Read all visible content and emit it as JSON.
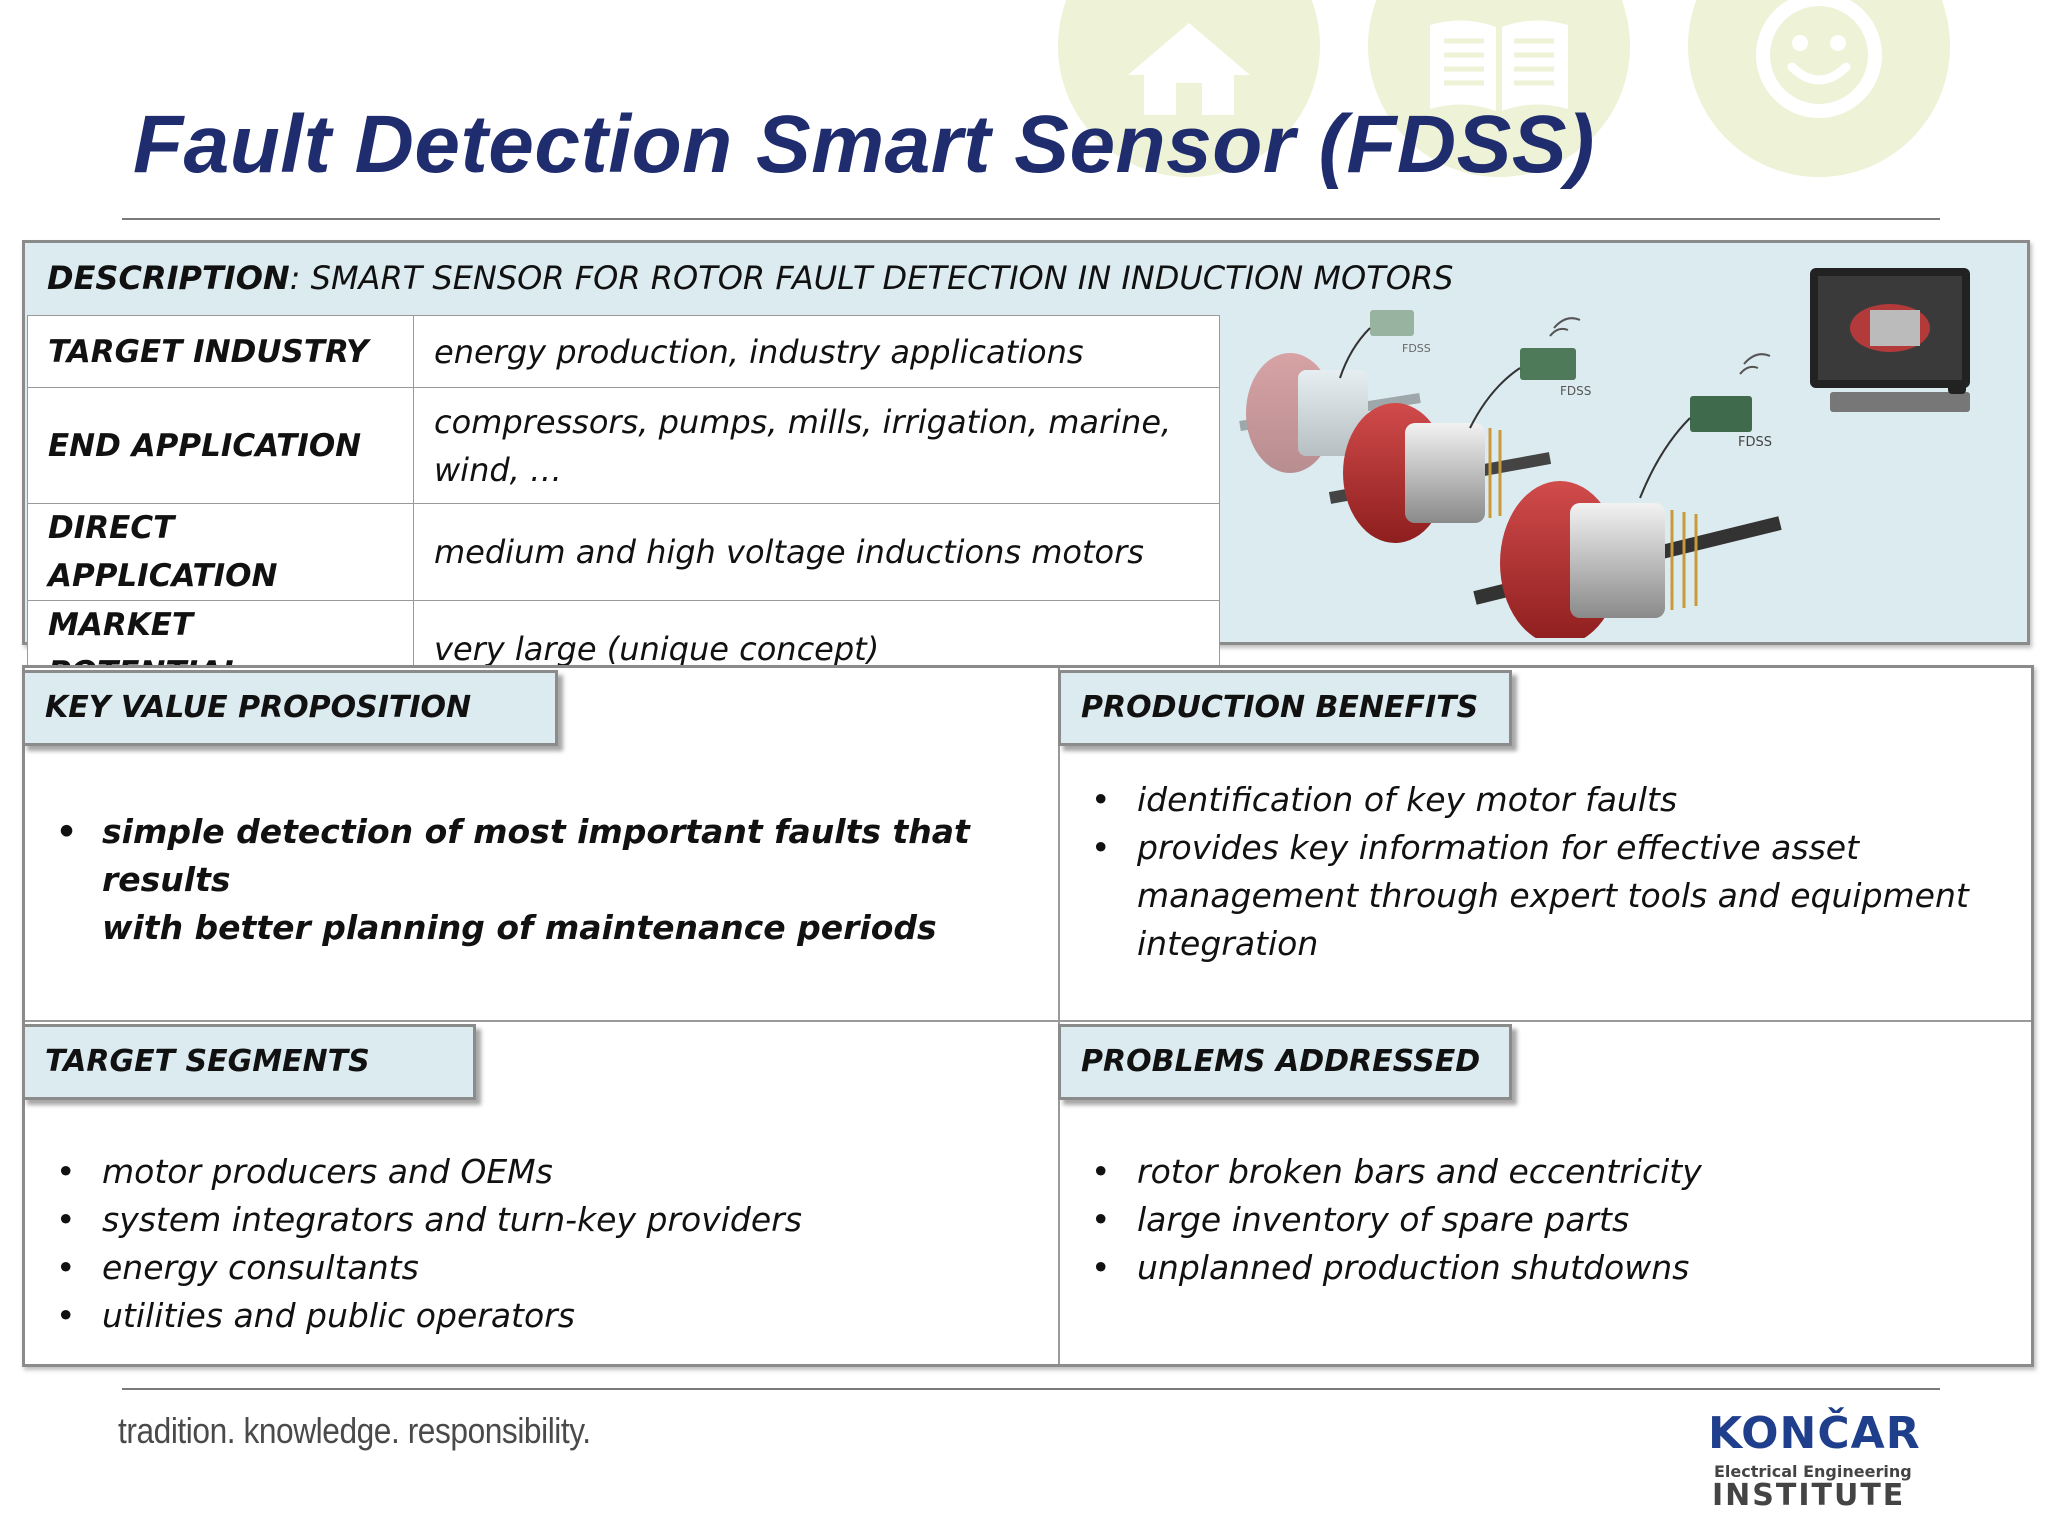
{
  "title": "Fault Detection Smart Sensor (FDSS)",
  "description": {
    "label": "DESCRIPTION",
    "text": ": SMART SENSOR FOR ROTOR FAULT DETECTION IN INDUCTION MOTORS"
  },
  "info_table": [
    {
      "key": "TARGET INDUSTRY",
      "value": "energy production, industry applications"
    },
    {
      "key": "END APPLICATION",
      "value_line1": "compressors, pumps, mills, irrigation, marine,",
      "value_line2": "wind, …"
    },
    {
      "key": "DIRECT APPLICATION",
      "value": "medium and high voltage inductions motors"
    },
    {
      "key": "MARKET POTENTIAL",
      "value": "very large (unique concept)"
    }
  ],
  "illustration": {
    "sensor_label": "FDSS"
  },
  "key_value_proposition": {
    "heading": "KEY VALUE PROPOSITION",
    "items": [
      {
        "line1": "simple detection of most important faults that results",
        "line2": "with better planning of maintenance periods"
      }
    ]
  },
  "production_benefits": {
    "heading": "PRODUCTION BENEFITS",
    "items": [
      "identification of key motor faults",
      "provides key information for effective asset",
      "management through expert tools and equipment",
      "integration"
    ]
  },
  "target_segments": {
    "heading": "TARGET SEGMENTS",
    "items": [
      "motor producers and OEMs",
      "system integrators and turn-key providers",
      "energy consultants",
      "utilities and public operators"
    ]
  },
  "problems_addressed": {
    "heading": "PROBLEMS ADDRESSED",
    "items": [
      "rotor broken bars and eccentricity",
      "large inventory of spare parts",
      "unplanned production shutdowns"
    ]
  },
  "footer": {
    "slogan": "tradition. knowledge. responsibility.",
    "logo_name": "KONČAR",
    "logo_sub1": "Electrical Engineering",
    "logo_sub2": "INSTITUTE"
  },
  "colors": {
    "title": "#1f2c6e",
    "panel_bg": "#dcebf0",
    "decor_circles": "#eef2d6",
    "logo": "#1f3f8c"
  },
  "decor_icons": [
    "home-icon",
    "book-icon",
    "smiley-icon"
  ]
}
